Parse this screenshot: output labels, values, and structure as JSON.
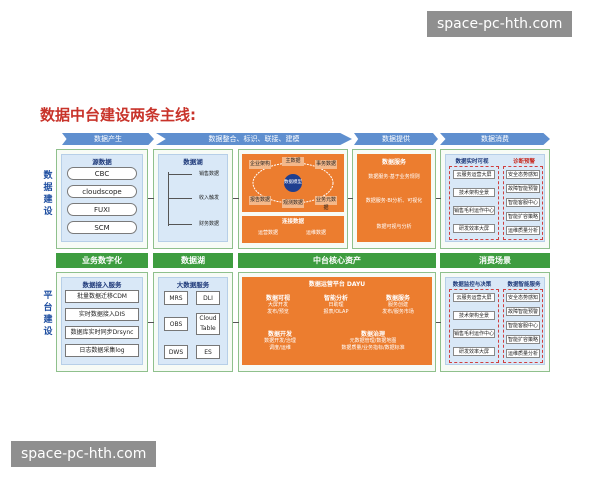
{
  "watermark_top": "space-pc-hth.com",
  "watermark_bottom": "space-pc-hth.com",
  "title": "数据中台建设两条主线:",
  "stages": [
    "数据产生",
    "数据整合、标识、联接、建模",
    "数据提供",
    "数据消费"
  ],
  "side_labels": {
    "top": "数据建设",
    "bottom": "平台建设"
  },
  "row1": {
    "source_title": "源数据",
    "source_items": [
      "CBC",
      "cloudscope",
      "FUXI",
      "SCM"
    ],
    "lake_title": "数据湖",
    "lake_items": [
      "销售数据",
      "收入触发",
      "财务数据"
    ],
    "center_tags": [
      "企业架构",
      "主数据",
      "事务数据",
      "报告数据",
      "观测数据",
      "业务元数据"
    ],
    "center_hub": "数据模型",
    "center_bottom_label": "连接数据",
    "center_bottom_items": [
      "运营数据",
      "运维数据"
    ],
    "service_title": "数据服务",
    "service_items": [
      "数据服务·基于业务规则",
      "数据服务·BI分析、可视化",
      "数据可视与分析"
    ],
    "consume_title": "数据实时可视",
    "consume_items": [
      "云服务运营大屏",
      "技术架构全景",
      "销售毛利运作中心",
      "研发效率大屏"
    ],
    "consume_title2": "诊断预警",
    "consume_items2": [
      "安全态势感知",
      "故障智能预警",
      "智能客服中心",
      "智能扩容策略",
      "运维质量分析"
    ]
  },
  "green_labels": [
    "业务数字化",
    "数据湖",
    "中台核心资产",
    "消费场景"
  ],
  "row2": {
    "access_title": "数据接入服务",
    "access_items": [
      "批量数据迁移CDM",
      "实时数据接入DIS",
      "数据库实时同步Drsync",
      "日志数据采集log"
    ],
    "bigdata_title": "大数据服务",
    "bigdata_items": [
      "MRS",
      "DLI",
      "OBS",
      "Cloud Table",
      "DWS",
      "ES"
    ],
    "platform_title": "数据运营平台 DAYU",
    "platform_blocks": [
      {
        "title": "数据可视",
        "lines": [
          "大屏开发",
          "发布/预览"
        ]
      },
      {
        "title": "智能分析",
        "lines": [
          "日助理",
          "报表/OLAP"
        ]
      },
      {
        "title": "数据服务",
        "lines": [
          "服务创建",
          "发布/服务市场"
        ]
      },
      {
        "title": "数据开发",
        "lines": [
          "数据开发/治理",
          "调度/运维"
        ]
      },
      {
        "title": "数据治理",
        "lines": [
          "元数据管理/数据地图",
          "数据质量/业务指标/数据标准"
        ]
      }
    ],
    "consume_title": "数据监控与决策",
    "consume_items": [
      "云服务运营大屏",
      "技术架构全景",
      "销售毛利运作中心",
      "研发效率大屏"
    ],
    "consume_title2": "数据智能服务",
    "consume_items2": [
      "安全态势感知",
      "故障智能预警",
      "智能客服中心",
      "智能扩容策略",
      "运维质量分析"
    ]
  }
}
